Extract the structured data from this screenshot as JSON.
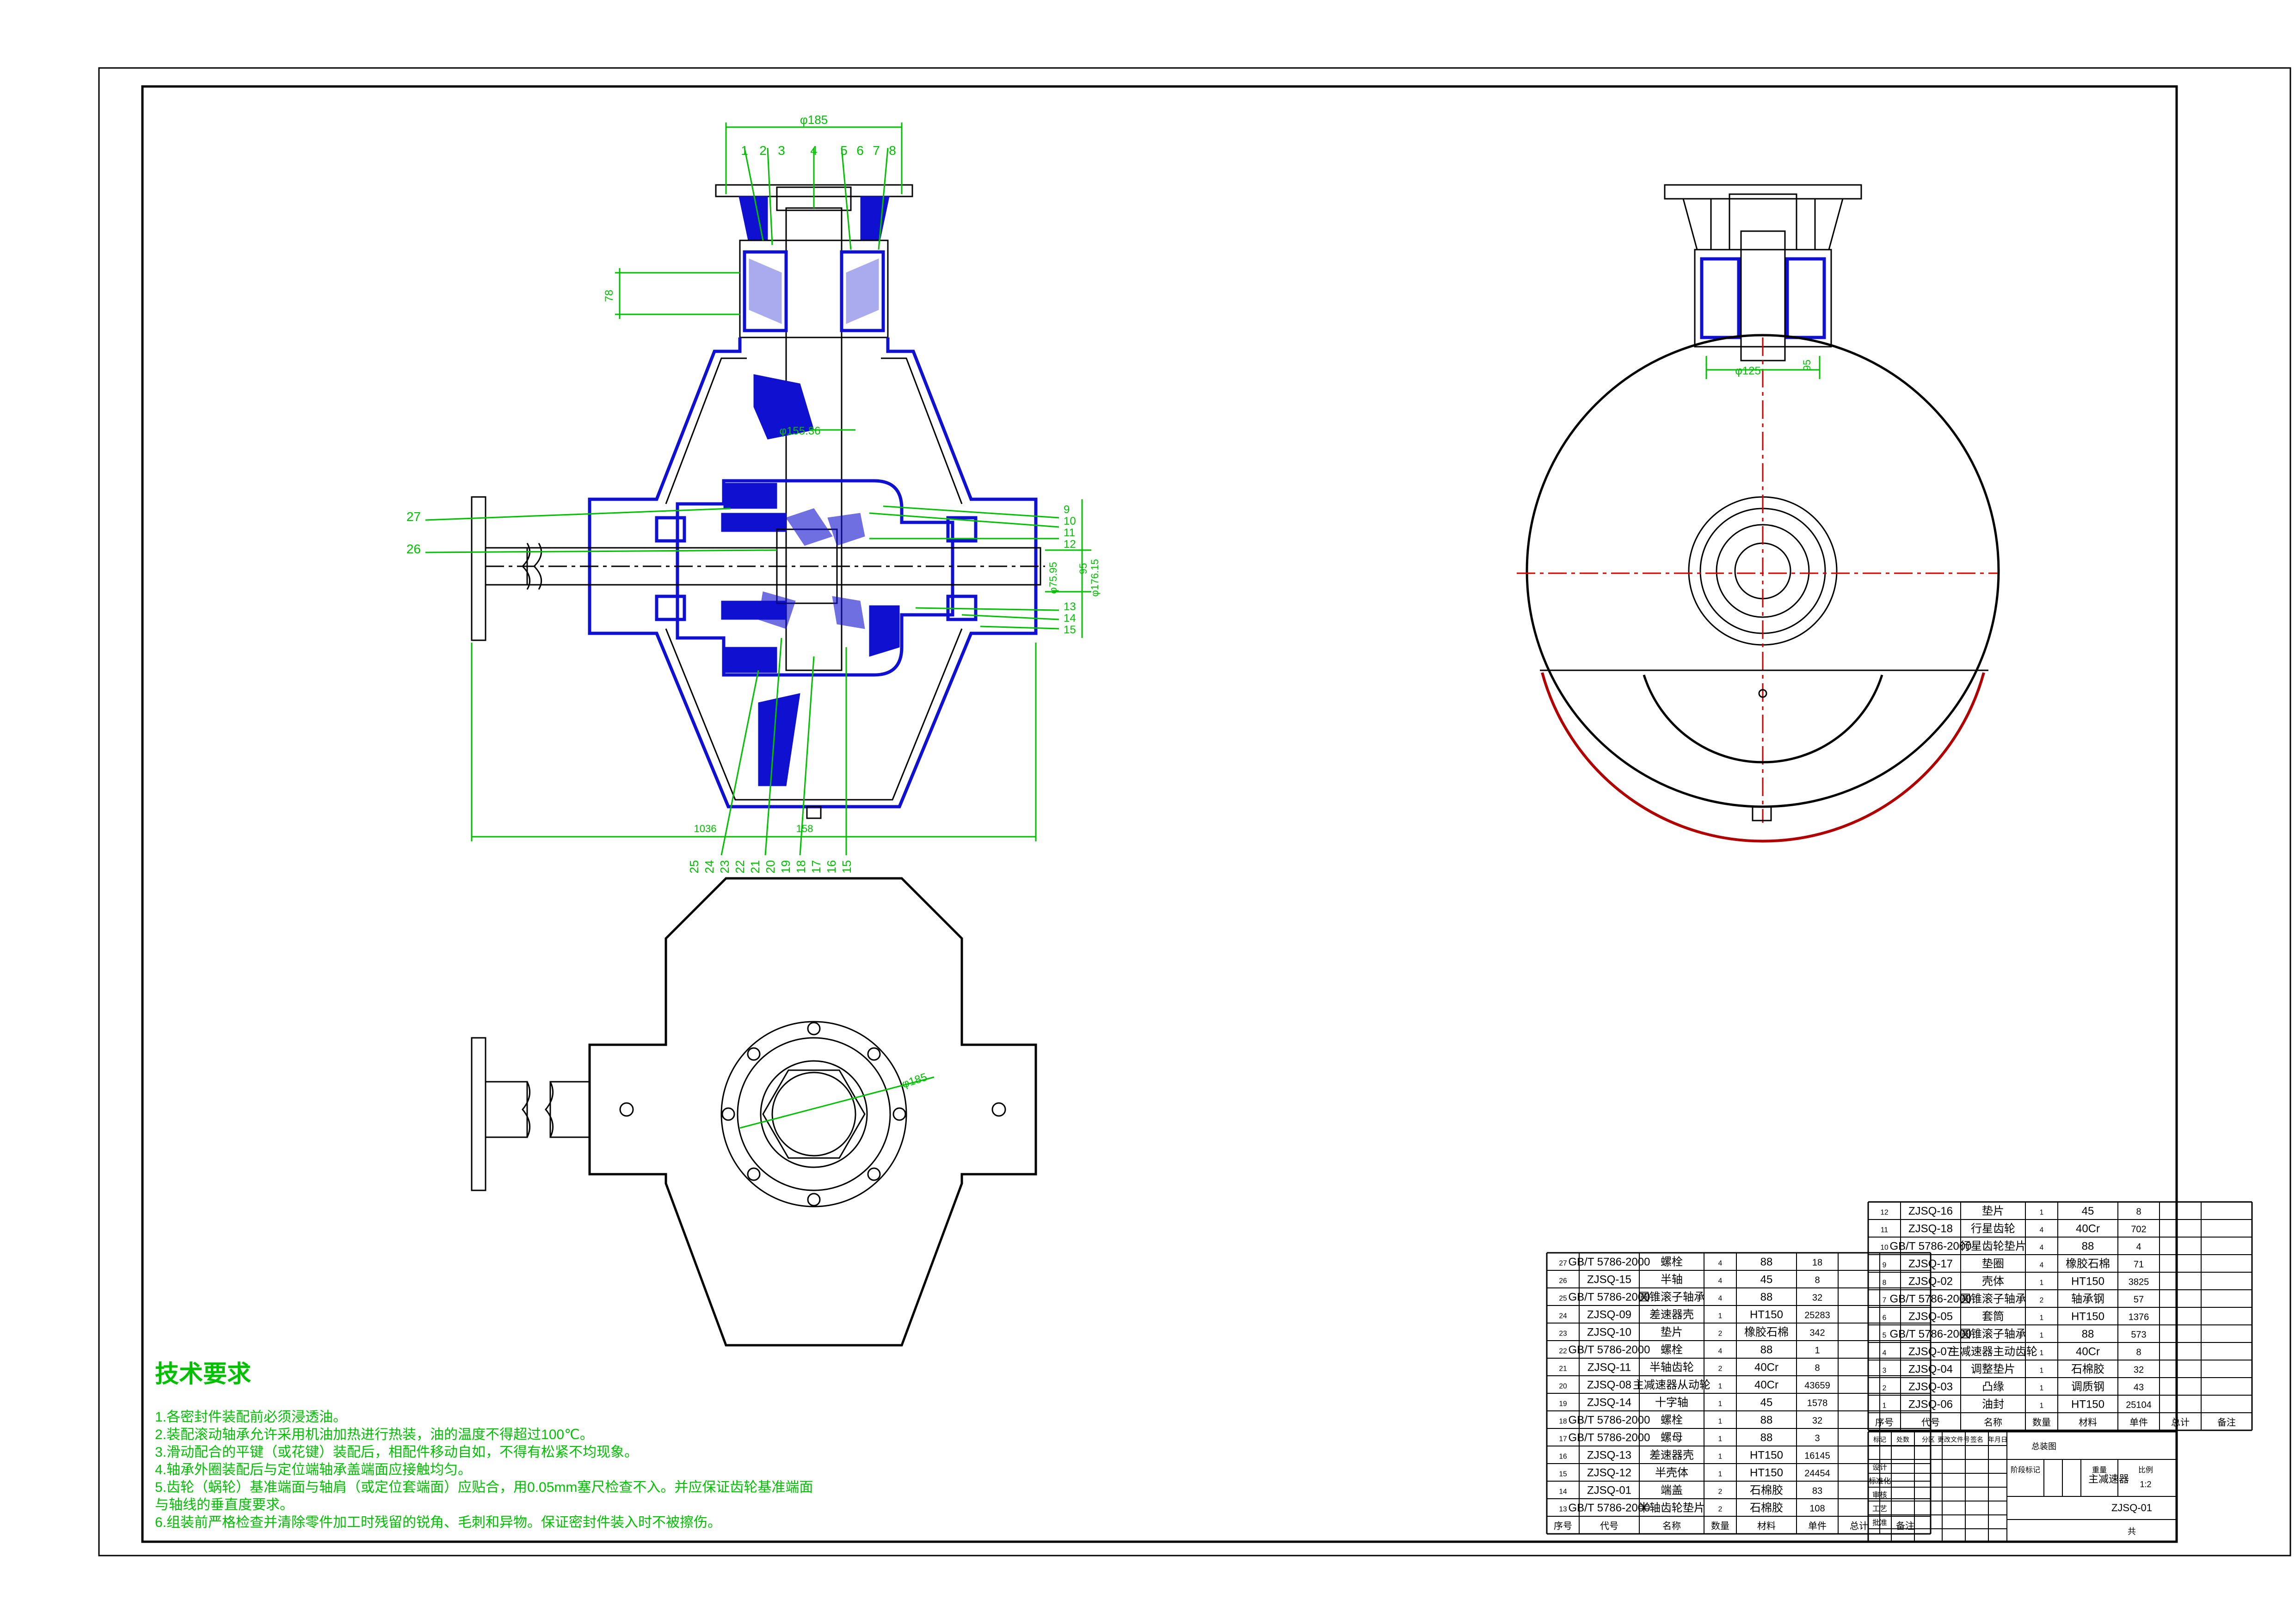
{
  "drawing": {
    "title": "主减速器",
    "drawing_number": "ZJSQ-01",
    "scale": "1:2",
    "sheet": "共",
    "assembly_caption": "总装图"
  },
  "technical_requirements": {
    "heading": "技术要求",
    "items": [
      "1.各密封件装配前必须浸透油。",
      "2.装配滚动轴承允许采用机油加热进行热装，油的温度不得超过100℃。",
      "3.滑动配合的平键（或花键）装配后，相配件移动自如，不得有松紧不均现象。",
      "4.轴承外圈装配后与定位端轴承盖端面应接触均匀。",
      "5.齿轮（蜗轮）基准端面与轴肩（或定位套端面）应贴合，用0.05mm塞尺检查不入。并应保证齿轮基准端面",
      "与轴线的垂直度要求。",
      "6.组装前严格检查并清除零件加工时残留的锐角、毛刺和异物。保证密封件装入时不被擦伤。"
    ]
  },
  "dimensions": {
    "top_flange_dia": "φ185",
    "bevel_hub_dia": "φ155.36",
    "lower_view_bolt_circle": "φ185",
    "right_bearing_dia": "φ125",
    "right_depth": "95",
    "bearing_height": "78",
    "center_dia_1": "φ75.95",
    "center_dia_2": "φ176.15",
    "center_len": "95",
    "overall_length": "1036",
    "front_len": "158"
  },
  "balloons_top": [
    "1",
    "2",
    "3",
    "4",
    "5",
    "6",
    "7",
    "8"
  ],
  "balloons_left": [
    "27",
    "26"
  ],
  "balloons_right": [
    "9",
    "10",
    "11",
    "12",
    "13",
    "14",
    "15"
  ],
  "balloons_bottom": [
    "25",
    "24",
    "23",
    "22",
    "21",
    "20",
    "19",
    "18",
    "17",
    "16",
    "15"
  ],
  "bom_left": {
    "headers": [
      "序号",
      "代号",
      "名称",
      "数量",
      "材料",
      "单件",
      "总计",
      "备注"
    ],
    "rows": [
      [
        "27",
        "GB/T 5786-2000",
        "螺栓",
        "4",
        "88",
        "18",
        "",
        ""
      ],
      [
        "26",
        "ZJSQ-15",
        "半轴",
        "4",
        "45",
        "8",
        "",
        ""
      ],
      [
        "25",
        "GB/T 5786-2000",
        "圆锥滚子轴承",
        "4",
        "88",
        "32",
        "",
        ""
      ],
      [
        "24",
        "ZJSQ-09",
        "差速器壳",
        "1",
        "HT150",
        "25283",
        "",
        ""
      ],
      [
        "23",
        "ZJSQ-10",
        "垫片",
        "2",
        "橡胶石棉",
        "342",
        "",
        ""
      ],
      [
        "22",
        "GB/T 5786-2000",
        "螺栓",
        "4",
        "88",
        "1",
        "",
        ""
      ],
      [
        "21",
        "ZJSQ-11",
        "半轴齿轮",
        "2",
        "40Cr",
        "8",
        "",
        ""
      ],
      [
        "20",
        "ZJSQ-08",
        "主减速器从动轮",
        "1",
        "40Cr",
        "43659",
        "",
        ""
      ],
      [
        "19",
        "ZJSQ-14",
        "十字轴",
        "1",
        "45",
        "1578",
        "",
        ""
      ],
      [
        "18",
        "GB/T 5786-2000",
        "螺栓",
        "1",
        "88",
        "32",
        "",
        ""
      ],
      [
        "17",
        "GB/T 5786-2000",
        "螺母",
        "1",
        "88",
        "3",
        "",
        ""
      ],
      [
        "16",
        "ZJSQ-13",
        "差速器壳",
        "1",
        "HT150",
        "16145",
        "",
        ""
      ],
      [
        "15",
        "ZJSQ-12",
        "半壳体",
        "1",
        "HT150",
        "24454",
        "",
        ""
      ],
      [
        "14",
        "ZJSQ-01",
        "端盖",
        "2",
        "石棉胶",
        "83",
        "",
        ""
      ],
      [
        "13",
        "GB/T 5786-2000",
        "半轴齿轮垫片",
        "2",
        "石棉胶",
        "108",
        "",
        ""
      ]
    ]
  },
  "bom_right": {
    "headers": [
      "序号",
      "代号",
      "名称",
      "数量",
      "材料",
      "单件",
      "总计",
      "备注"
    ],
    "rows": [
      [
        "12",
        "ZJSQ-16",
        "垫片",
        "1",
        "45",
        "8",
        "",
        ""
      ],
      [
        "11",
        "ZJSQ-18",
        "行星齿轮",
        "4",
        "40Cr",
        "702",
        "",
        ""
      ],
      [
        "10",
        "GB/T 5786-2000",
        "行星齿轮垫片",
        "4",
        "88",
        "4",
        "",
        ""
      ],
      [
        "9",
        "ZJSQ-17",
        "垫圈",
        "4",
        "橡胶石棉",
        "71",
        "",
        ""
      ],
      [
        "8",
        "ZJSQ-02",
        "壳体",
        "1",
        "HT150",
        "3825",
        "",
        ""
      ],
      [
        "7",
        "GB/T 5786-2000",
        "圆锥滚子轴承",
        "2",
        "轴承钢",
        "57",
        "",
        ""
      ],
      [
        "6",
        "ZJSQ-05",
        "套筒",
        "1",
        "HT150",
        "1376",
        "",
        ""
      ],
      [
        "5",
        "GB/T 5786-2000",
        "圆锥滚子轴承",
        "1",
        "88",
        "573",
        "",
        ""
      ],
      [
        "4",
        "ZJSQ-07",
        "主减速器主动齿轮",
        "1",
        "40Cr",
        "8",
        "",
        ""
      ],
      [
        "3",
        "ZJSQ-04",
        "调整垫片",
        "1",
        "石棉胶",
        "32",
        "",
        ""
      ],
      [
        "2",
        "ZJSQ-03",
        "凸缘",
        "1",
        "调质钢",
        "43",
        "",
        ""
      ],
      [
        "1",
        "ZJSQ-06",
        "油封",
        "1",
        "HT150",
        "25104",
        "",
        ""
      ]
    ]
  },
  "title_block": {
    "row_labels": [
      "标记",
      "处数",
      "分区",
      "更改文件号",
      "签名",
      "年月日"
    ],
    "people": [
      "设计",
      "标准化",
      "审核",
      "工艺",
      "批准"
    ],
    "mid_labels": [
      "阶段标记",
      "重量",
      "比例"
    ]
  }
}
